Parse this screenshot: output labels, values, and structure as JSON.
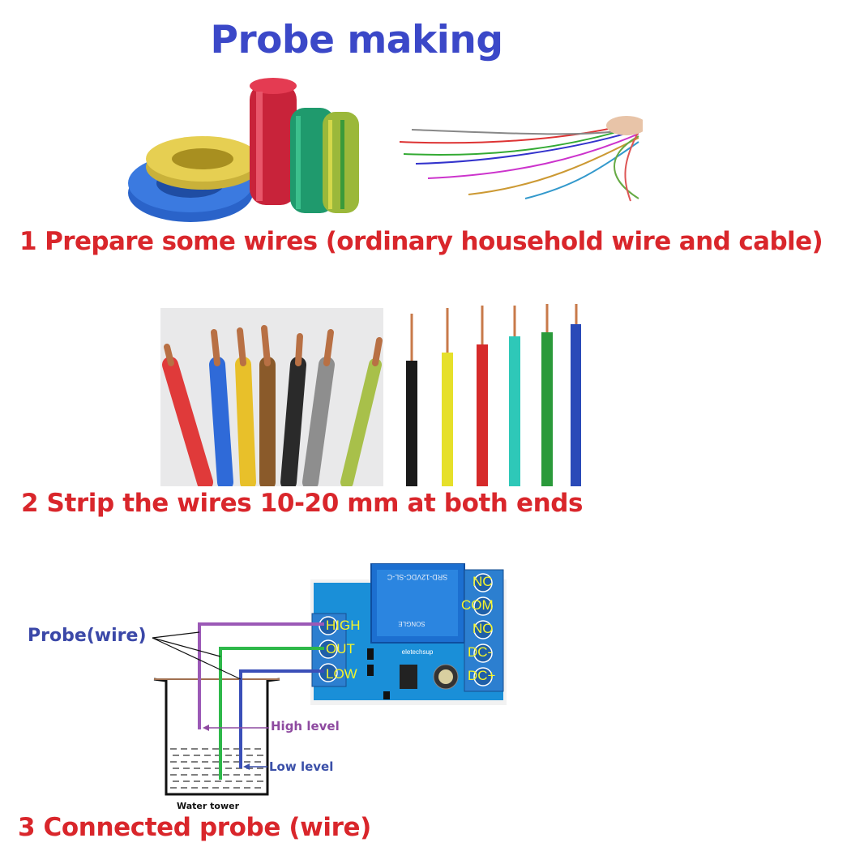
{
  "title": "Probe making",
  "steps": {
    "step1": "1 Prepare some wires (ordinary household wire and cable)",
    "step2": "2 Strip the wires 10-20 mm at both ends",
    "step3": "3 Connected probe (wire)"
  },
  "diagram": {
    "probe_label": "Probe(wire)",
    "high_level_label": "High level",
    "low_level_label": "Low level",
    "tower_label": "Water tower",
    "left_terminals": [
      "HIGH",
      "OUT",
      "LOW"
    ],
    "right_terminals": [
      "NC",
      "COM",
      "NO",
      "DC-",
      "DC+"
    ],
    "relay_text": "SRD-12VDC-SL-C",
    "relay_brand": "SONGLE",
    "board_brand": "eletechsup"
  },
  "colors": {
    "title": "#3b48c8",
    "steps": "#d9262b",
    "probe_label": "#3b48a8",
    "high_wire": "#9b59b6",
    "out_wire": "#2eb84a",
    "low_wire": "#3a4fb8",
    "board": "#1a8fd8",
    "relay": "#1c6fd0"
  }
}
